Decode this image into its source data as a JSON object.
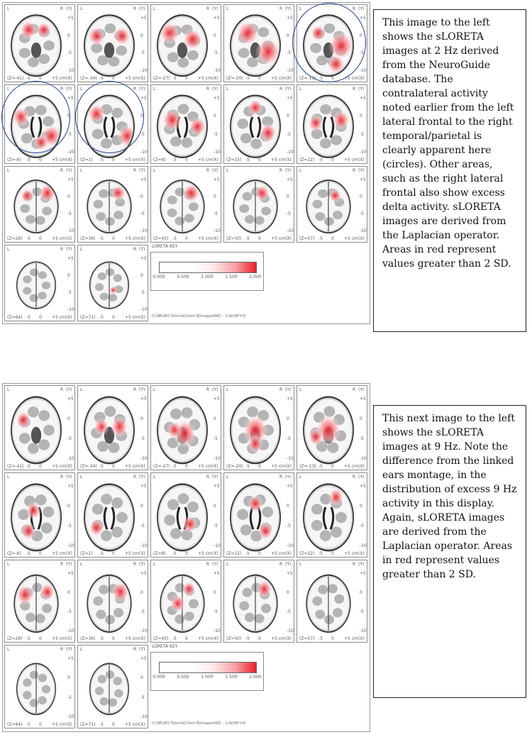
{
  "colors": {
    "activation": "#e8202b",
    "activation_light": "#f7a3a8",
    "gray_matter": "#9e9e9e",
    "circle": "#1d3f8f"
  },
  "panels": [
    {
      "slice_labels": [
        "(Z=-41)",
        "(Z=-34)",
        "(Z=-27)",
        "(Z=-20)",
        "(Z=-13)",
        "(Z=-6)",
        "(Z=1)",
        "(Z=8)",
        "(Z=15)",
        "(Z=22)",
        "(Z=29)",
        "(Z=36)",
        "(Z=43)",
        "(Z=50)",
        "(Z=57)",
        "(Z=64)",
        "(Z=71)"
      ],
      "axis": {
        "left": "L",
        "right": "R",
        "y": "(Y)",
        "x": "(X)",
        "ticks_x": [
          "-5",
          "0",
          "+5 cm"
        ],
        "ticks_y": [
          "+5",
          "0",
          "-5",
          "-10"
        ]
      },
      "key": {
        "title": "LORETA KEY",
        "ticks": [
          "0.000",
          "0.500",
          "1.000",
          "1.500",
          "2.000"
        ],
        "path": "D:\\NEURO Tutorial\\Client B\\Images\\NEC - 1.tbl(NF=3)"
      },
      "caption": "This image to the left shows the sLORETA images at 2 Hz derived from the NeuroGuide database.  The contralateral activity noted earlier from the left lateral frontal to the right temporal/parietal is clearly apparent here (circles).  Other areas, such as the right lateral frontal also show excess delta activity.  sLORETA images are derived from the Laplacian operator.  Areas in red represent values greater than 2 SD."
    },
    {
      "slice_labels": [
        "(Z=-41)",
        "(Z=-34)",
        "(Z=-27)",
        "(Z=-20)",
        "(Z=-13)",
        "(Z=-6)",
        "(Z=1)",
        "(Z=8)",
        "(Z=15)",
        "(Z=22)",
        "(Z=29)",
        "(Z=36)",
        "(Z=43)",
        "(Z=50)",
        "(Z=57)",
        "(Z=64)",
        "(Z=71)"
      ],
      "axis": {
        "left": "L",
        "right": "R",
        "y": "(Y)",
        "x": "(X)",
        "ticks_x": [
          "-5",
          "0",
          "+5 cm"
        ],
        "ticks_y": [
          "+5",
          "0",
          "-5",
          "-10"
        ]
      },
      "key": {
        "title": "LORETA KEY",
        "ticks": [
          "0.000",
          "0.500",
          "1.000",
          "1.500",
          "2.000"
        ],
        "path": "D:\\NEURO Tutorial\\Client B\\Images\\NEC - 1.tbl(NF=9)"
      },
      "caption": "This next image to the left shows the sLORETA images at 9 Hz.  Note the difference from the linked ears montage, in the distribution of excess 9 Hz activity in this display.  Again, sLORETA images are derived from the Laplacian operator.  Areas in red represent values greater than 2 SD."
    }
  ]
}
